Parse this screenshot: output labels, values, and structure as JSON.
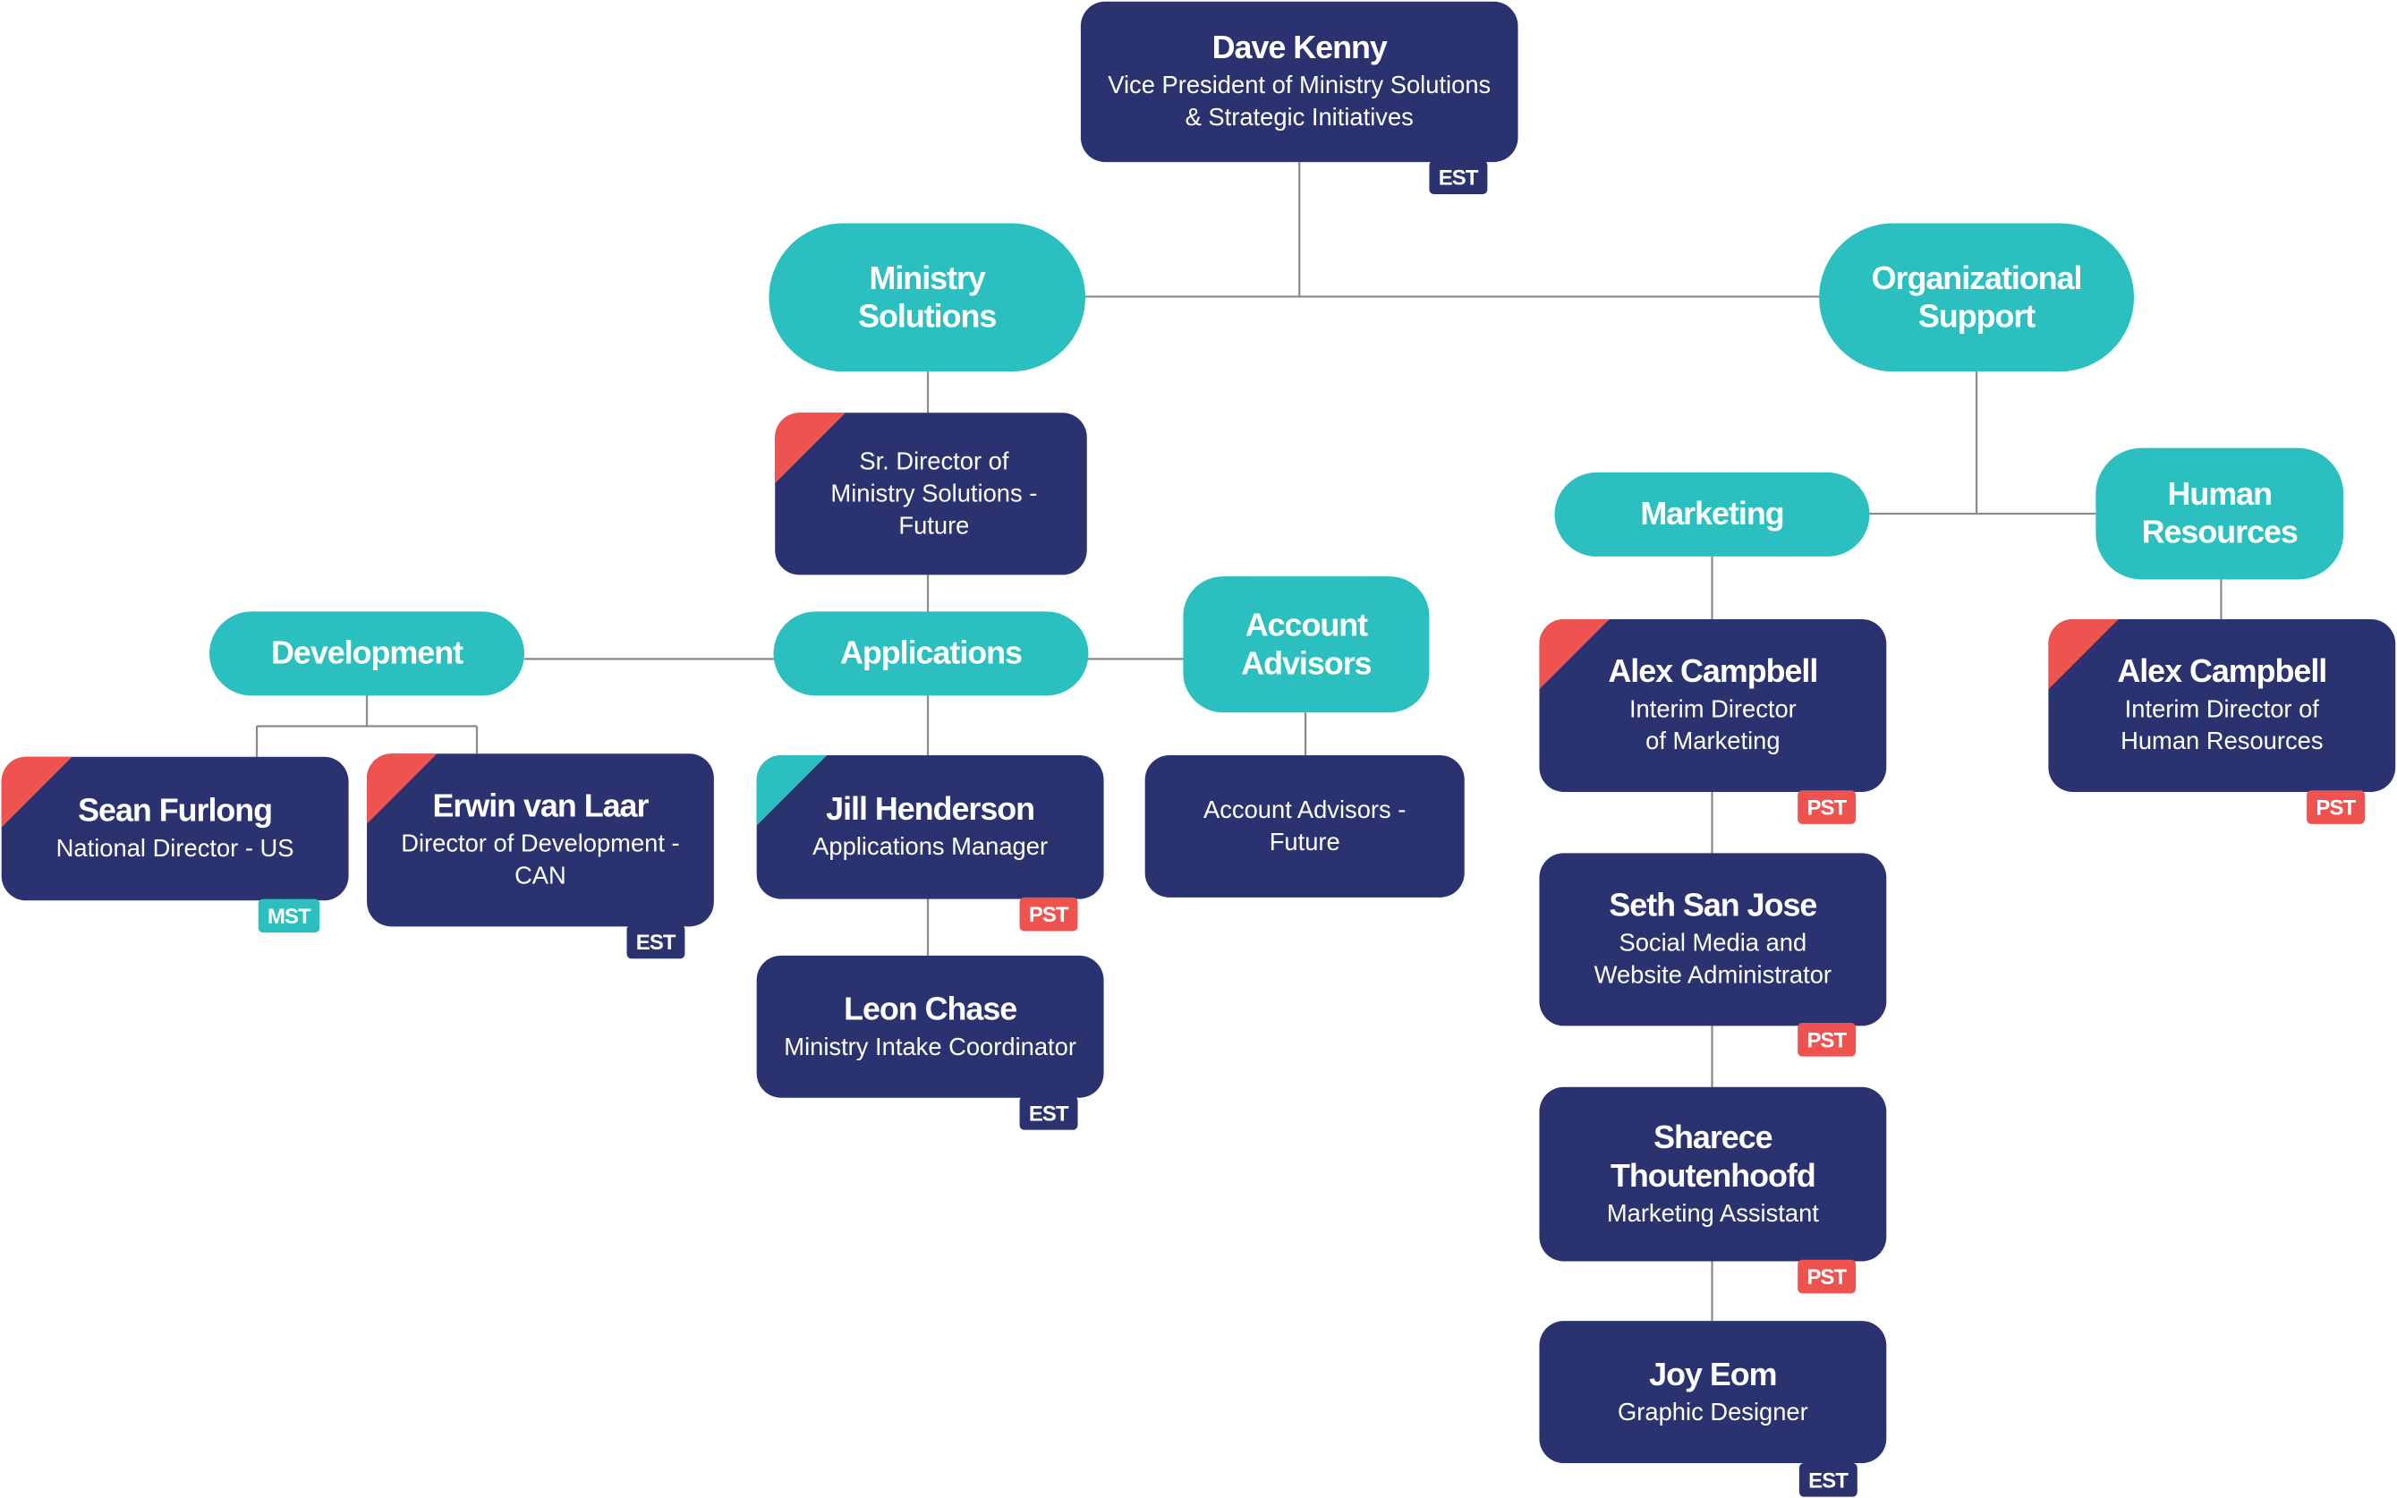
{
  "colors": {
    "navy": "#2b3270",
    "teal": "#2bbfc0",
    "red": "#ef5350",
    "connector": "#8a8a8a"
  },
  "root": {
    "name": "Dave Kenny",
    "title": "Vice President of Ministry Solutions\n& Strategic Initiatives",
    "timezone": "EST"
  },
  "departments": {
    "ministry_solutions": "Ministry\nSolutions",
    "organizational_support": "Organizational\nSupport",
    "development": "Development",
    "applications": "Applications",
    "account_advisors": "Account\nAdvisors",
    "marketing": "Marketing",
    "human_resources": "Human\nResources"
  },
  "people": {
    "sr_director": {
      "title": "Sr. Director of\nMinistry Solutions -\nFuture",
      "corner": "red"
    },
    "sean_furlong": {
      "name": "Sean Furlong",
      "title": "National Director - US",
      "timezone": "MST",
      "corner": "red"
    },
    "erwin_van_laar": {
      "name": "Erwin van Laar",
      "title": "Director of Development -\nCAN",
      "timezone": "EST",
      "corner": "red"
    },
    "jill_henderson": {
      "name": "Jill Henderson",
      "title": "Applications Manager",
      "timezone": "PST",
      "corner": "teal"
    },
    "leon_chase": {
      "name": "Leon Chase",
      "title": "Ministry Intake Coordinator",
      "timezone": "EST"
    },
    "account_advisors_future": {
      "title": "Account Advisors -\nFuture"
    },
    "alex_campbell_marketing": {
      "name": "Alex Campbell",
      "title": "Interim Director\nof Marketing",
      "timezone": "PST",
      "corner": "red"
    },
    "seth_san_jose": {
      "name": "Seth San Jose",
      "title": "Social Media and\nWebsite Administrator",
      "timezone": "PST"
    },
    "sharece_thoutenhoofd": {
      "name": "Sharece\nThoutenhoofd",
      "title": "Marketing Assistant",
      "timezone": "PST"
    },
    "joy_eom": {
      "name": "Joy Eom",
      "title": "Graphic Designer",
      "timezone": "EST"
    },
    "alex_campbell_hr": {
      "name": "Alex Campbell",
      "title": "Interim Director of\nHuman Resources",
      "timezone": "PST",
      "corner": "red"
    }
  }
}
